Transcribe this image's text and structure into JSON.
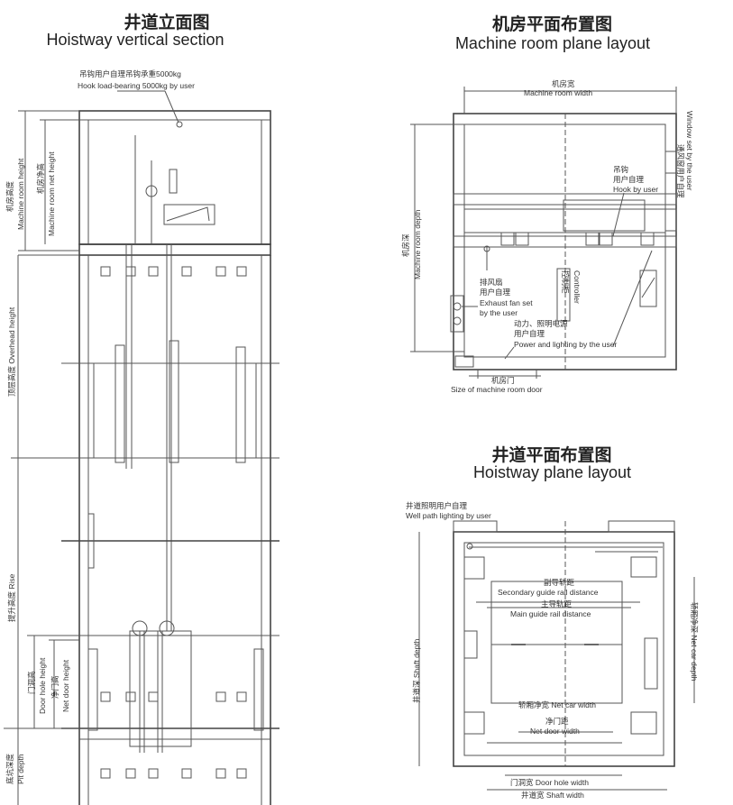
{
  "section": {
    "title_zh": "井道立面图",
    "title_en": "Hoistway vertical section",
    "hook_zh": "吊钩用户自理吊钩承重5000kg",
    "hook_en": "Hook load-bearing 5000kg by user",
    "machine_room_height_zh": "机房高度",
    "machine_room_height_en": "Machine room height",
    "machine_room_net_height_zh": "机房净高",
    "machine_room_net_height_en": "Machine room net height",
    "overhead_height": "顶层高度 Overhead height",
    "rise": "提升高度 Rise",
    "door_hole_height_zh": "门洞高",
    "door_hole_height_en": "Door hole height",
    "net_door_height_zh": "净门高",
    "net_door_height_en": "Net door height",
    "pit_depth_zh": "底坑深度",
    "pit_depth_en": "Pit depth"
  },
  "machine_room": {
    "title_zh": "机房平面布置图",
    "title_en": "Machine room plane layout",
    "width_zh": "机房宽",
    "width_en": "Machine room width",
    "depth_zh": "机房深",
    "depth_en": "Machine room depth",
    "window_zh": "通风窗用户自理",
    "window_en": "Window set by the user",
    "hook_zh_1": "吊钩",
    "hook_zh_2": "用户自理",
    "hook_en": "Hook by user",
    "controller_zh": "控制柜",
    "controller_en": "Controller",
    "fan_zh_1": "排风扇",
    "fan_zh_2": "用户自理",
    "fan_en_1": "Exhaust fan set",
    "fan_en_2": "by the user",
    "power_zh_1": "动力、照明电源",
    "power_zh_2": "用户自理",
    "power_en": "Power and lighting by the user",
    "door_zh": "机房门",
    "door_en": "Size of machine room door"
  },
  "hoistway": {
    "title_zh": "井道平面布置图",
    "title_en": "Hoistway plane layout",
    "lighting_zh": "井道照明用户自理",
    "lighting_en": "Well path lighting by user",
    "secondary_zh": "副导轨距",
    "secondary_en": "Secondary guide rail distance",
    "main_zh": "主导轨距",
    "main_en": "Main guide rail distance",
    "net_car_width": "轿厢净宽 Net car width",
    "net_door_zh": "净门距",
    "net_door_en": "Net door width",
    "door_hole_width": "门洞宽 Door hole width",
    "shaft_width": "井道宽 Shaft width",
    "shaft_depth": "井道深 Shaft depth",
    "net_car_depth": "轿厢净深 Net car depth"
  }
}
